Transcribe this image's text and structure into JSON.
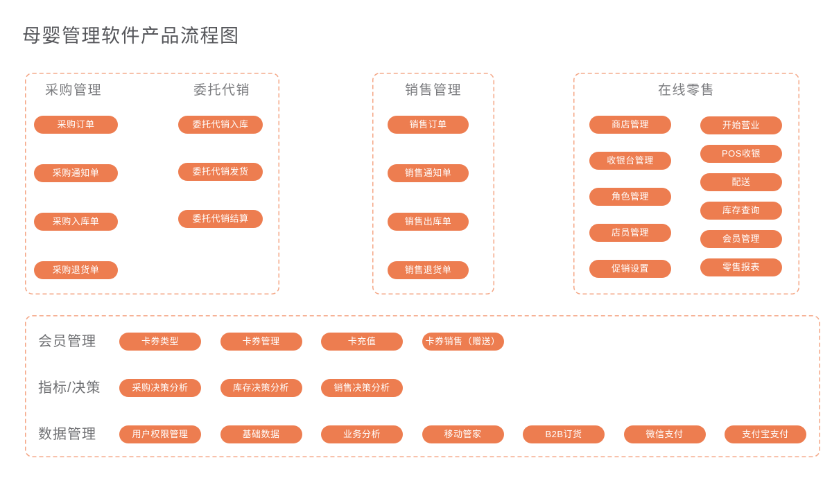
{
  "page": {
    "title": "母婴管理软件产品流程图"
  },
  "colors": {
    "node_fill": "#ED7D50",
    "node_text": "#FFFFFF",
    "panel_border": "#F4A685",
    "title_text": "#55565A",
    "header_text": "#7B7C7F"
  },
  "panels": {
    "procurement": {
      "header_purchase": "采购管理",
      "header_consignment": "委托代销",
      "purchase_nodes": [
        "采购订单",
        "采购通知单",
        "采购入库单",
        "采购退货单"
      ],
      "consignment_nodes": [
        "委托代销入库",
        "委托代销发货",
        "委托代销结算"
      ]
    },
    "sales": {
      "header": "销售管理",
      "nodes": [
        "销售订单",
        "销售通知单",
        "销售出库单",
        "销售退货单"
      ]
    },
    "online_retail": {
      "header": "在线零售",
      "left_nodes": [
        "商店管理",
        "收银台管理",
        "角色管理",
        "店员管理",
        "促销设置"
      ],
      "right_nodes": [
        "开始营业",
        "POS收银",
        "配送",
        "库存查询",
        "会员管理",
        "零售报表"
      ]
    },
    "foundation": {
      "rows": [
        {
          "label": "会员管理",
          "nodes": [
            "卡券类型",
            "卡券管理",
            "卡充值",
            "卡券销售（赠送）"
          ]
        },
        {
          "label": "指标/决策",
          "nodes": [
            "采购决策分析",
            "库存决策分析",
            "销售决策分析"
          ]
        },
        {
          "label": "数据管理",
          "nodes": [
            "用户权限管理",
            "基础数据",
            "业务分析",
            "移动管家",
            "B2B订货",
            "微信支付",
            "支付宝支付"
          ]
        }
      ]
    }
  }
}
